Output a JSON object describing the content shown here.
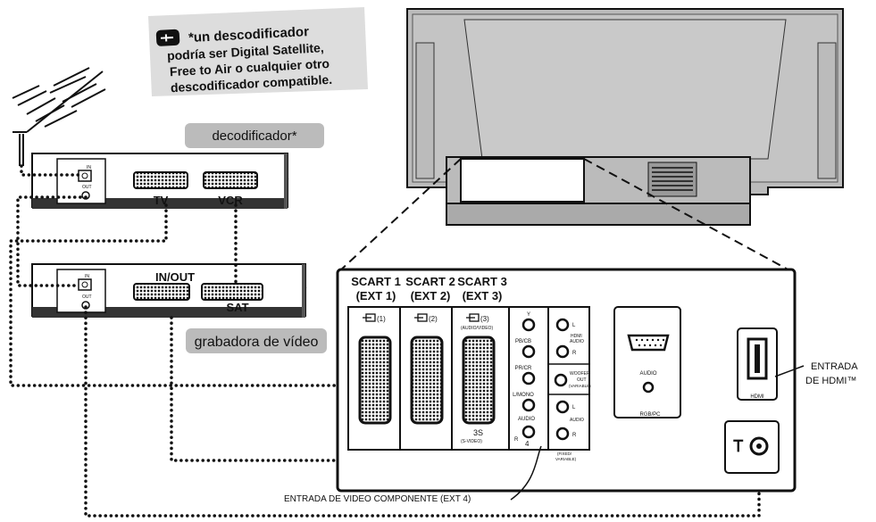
{
  "note": {
    "icon": "pointing-hand-icon",
    "line1": "*un descodificador",
    "line2": "podría ser Digital Satellite,",
    "line3": "Free to Air o cualquier otro",
    "line4": "descodificador compatible."
  },
  "decoder": {
    "label": "decodificador*",
    "port_in": "IN",
    "port_out": "OUT",
    "scart_tv": "TV",
    "scart_vcr": "VCR"
  },
  "recorder": {
    "label": "grabadora de vídeo",
    "port_in": "IN",
    "port_out": "OUT",
    "scart_inout": "IN/OUT",
    "scart_sat": "SAT"
  },
  "panel": {
    "scart1_a": "SCART 1",
    "scart1_b": "(EXT 1)",
    "scart2_a": "SCART 2",
    "scart2_b": "(EXT 2)",
    "scart3_a": "SCART 3",
    "scart3_b": "(EXT 3)",
    "in1": "(1)",
    "in2": "(2)",
    "in3": "(3)",
    "in3_sub": "(AUDIO/VIDEO)",
    "s3": "3S",
    "s3_sub": "(S-VIDEO)",
    "y": "Y",
    "pb": "PB/CB",
    "pr": "PR/CR",
    "lmono": "L/MONO",
    "audio": "AUDIO",
    "l": "L",
    "r": "R",
    "in4": "4",
    "hdmi_audio": "HDMI",
    "hdmi_audio2": "AUDIO",
    "woofer1": "WOOFER",
    "woofer2": "OUT",
    "woofer3": "(VARIABLE)",
    "audio_out": "AUDIO",
    "fixed1": "(FIXED/",
    "fixed2": "VARIABLE)",
    "rgb_audio": "AUDIO",
    "rgbpc": "RGB/PC",
    "hdmi": "HDMI",
    "antenna": "Ꭲ"
  },
  "callouts": {
    "hdmi1": "ENTRADA",
    "hdmi2": "DE HDMI™",
    "component": "ENTRADA DE VIDEO COMPONENTE (EXT 4)"
  }
}
